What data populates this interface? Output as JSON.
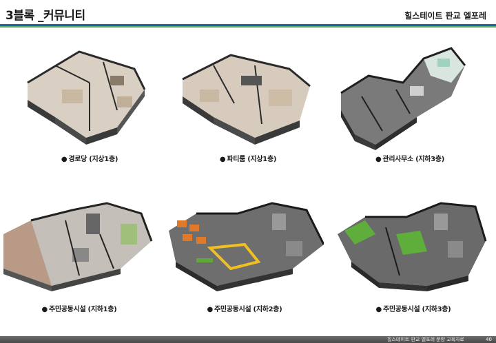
{
  "header": {
    "title": "3블록 _커뮤니티",
    "brand": "힐스테이트 판교 엘포레"
  },
  "bullet": "●",
  "plans": [
    {
      "caption": "경로당 (지상1층)"
    },
    {
      "caption": "파티룸 (지상1층)"
    },
    {
      "caption": "관리사무소 (지하3층)"
    },
    {
      "caption": "주민공동시설 (지하1층)"
    },
    {
      "caption": "주민공동시설 (지하2층)"
    },
    {
      "caption": "주민공동시설 (지하3층)"
    }
  ],
  "footer": {
    "text": "힐스테이트 판교 엘포레 분양 교육자료",
    "page": "40"
  }
}
